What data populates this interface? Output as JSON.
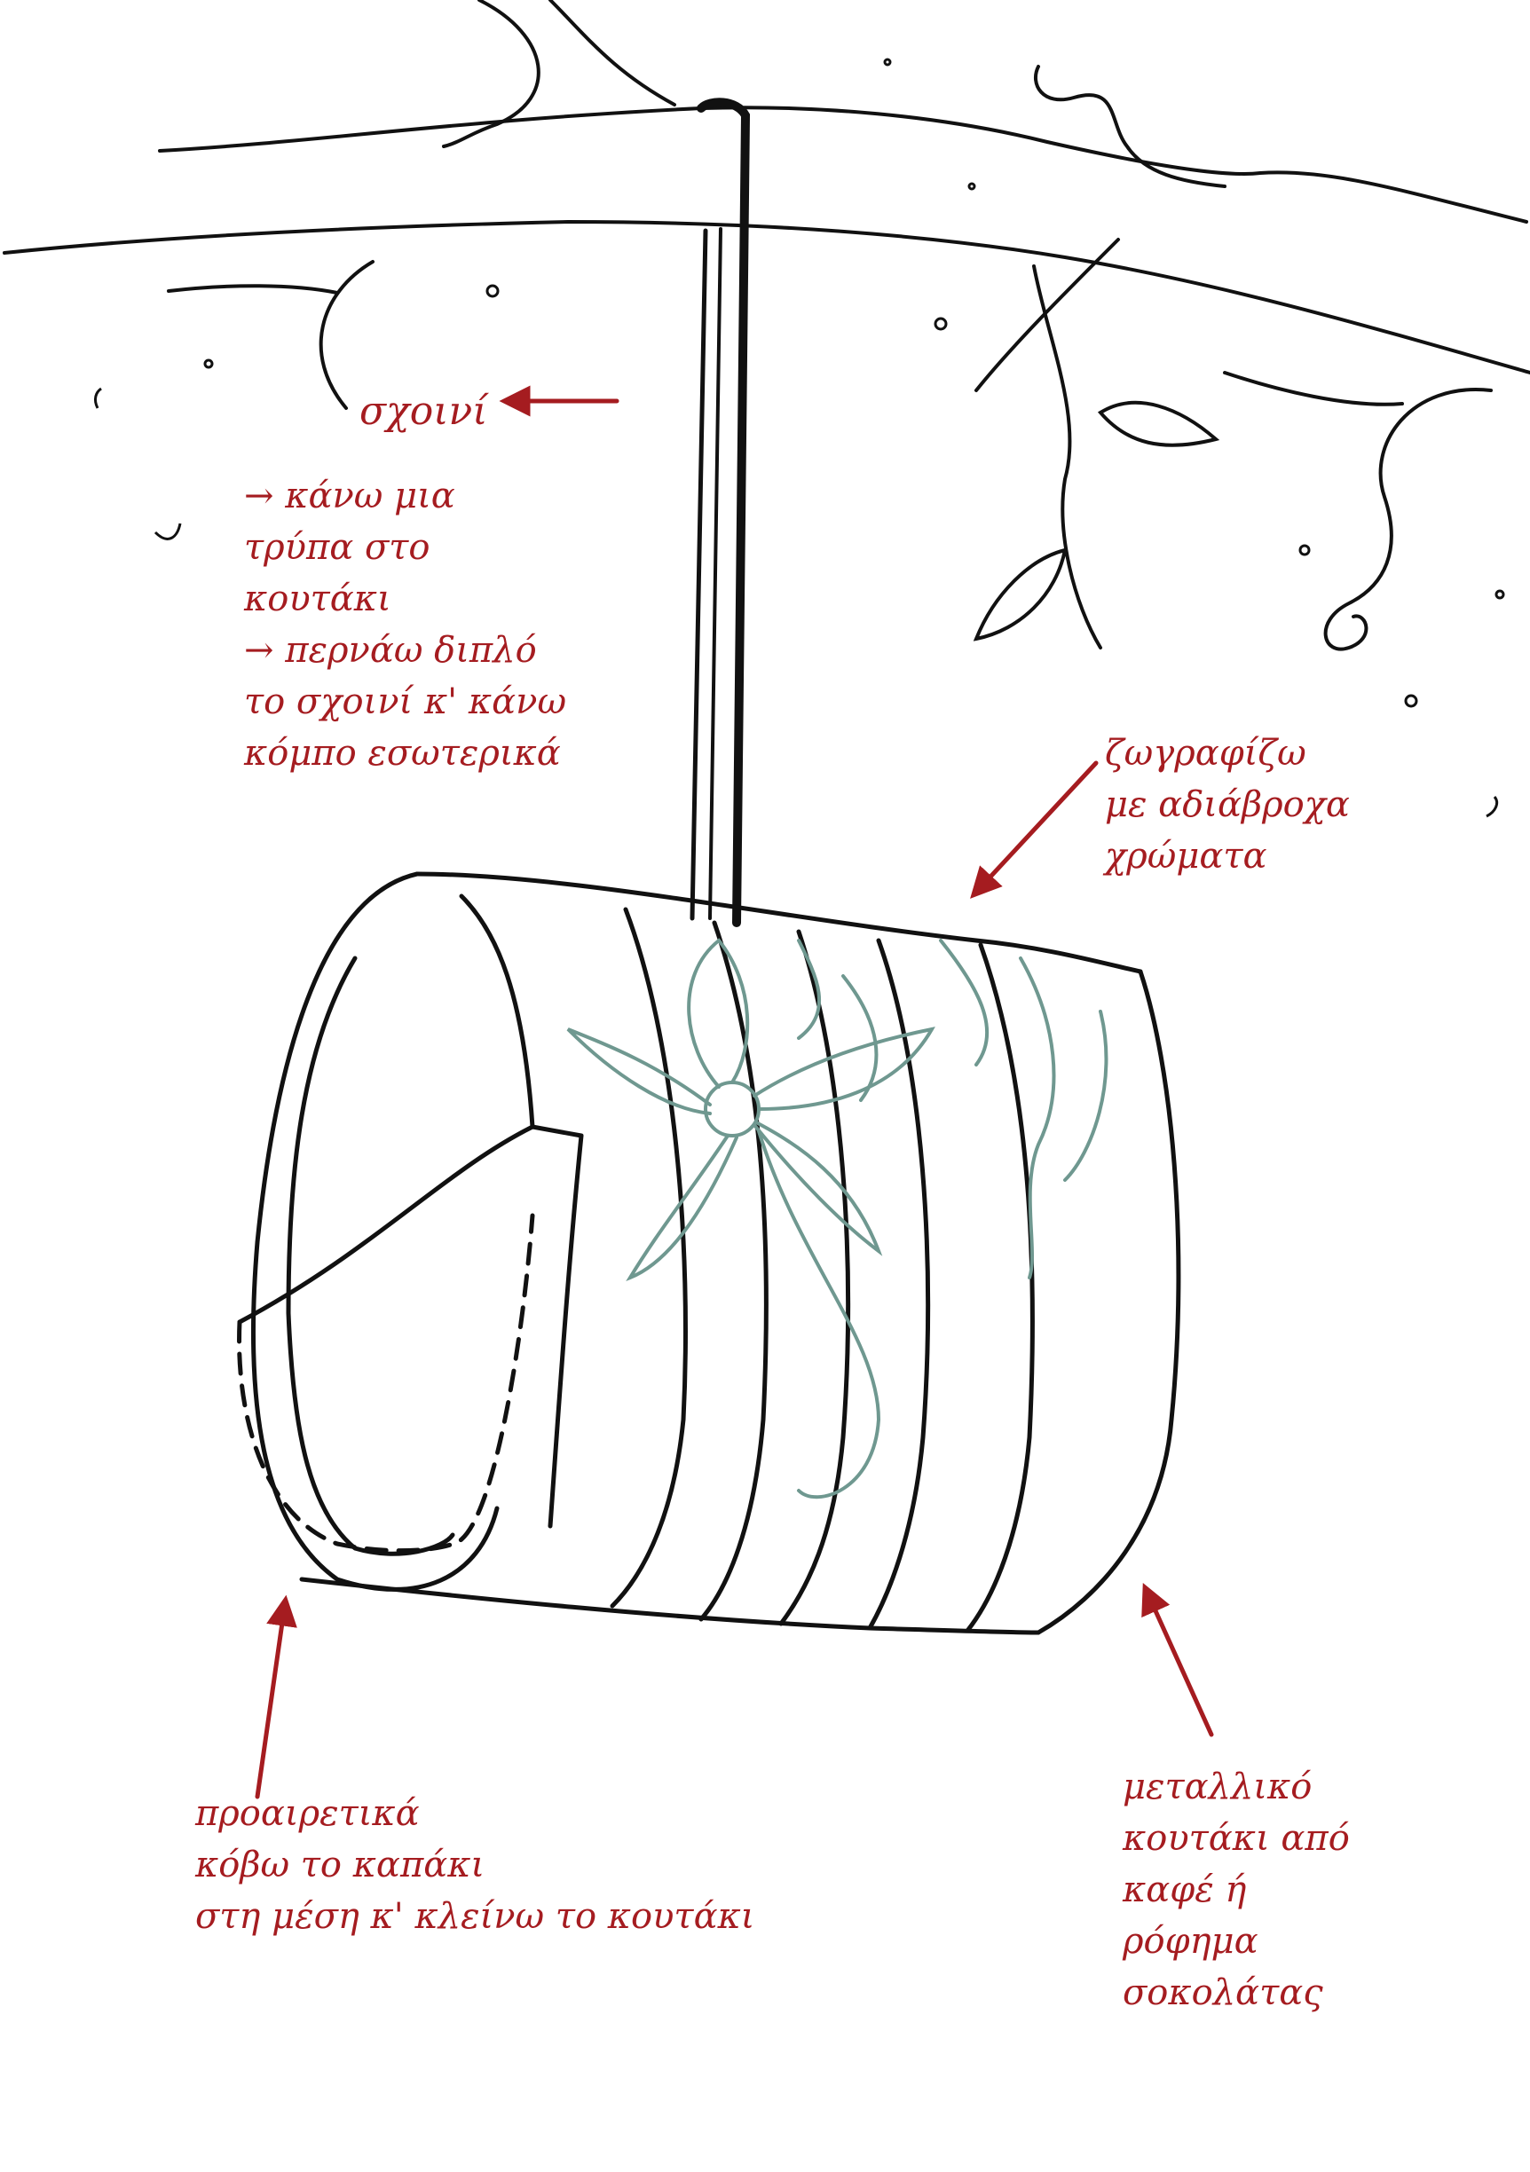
{
  "colors": {
    "ink": "#111111",
    "annotation": "#a51c20",
    "flower": "#6f9890"
  },
  "icons": {
    "arrow": "arrow-icon",
    "flower": "flower-icon",
    "branch": "tree-branch-icon"
  },
  "annotations": {
    "rope": {
      "label": "σχοινί"
    },
    "hole": {
      "lines": [
        "κάνω μια",
        "τρύπα στο",
        "κουτάκι",
        "περνάω διπλό",
        "το σχοινί κ' κάνω",
        "κόμπο εσωτερικά"
      ]
    },
    "paint": {
      "lines": [
        "ζωγραφίζω",
        "με αδιάβροχα",
        "χρώματα"
      ]
    },
    "lid": {
      "lines": [
        "προαιρετικά",
        "κόβω το καπάκι",
        "στη μέση κ' κλείνω το κουτάκι"
      ]
    },
    "can": {
      "lines": [
        "μεταλλικό",
        "κουτάκι από",
        "καφέ ή",
        "ρόφημα",
        "σοκολάτας"
      ]
    }
  }
}
